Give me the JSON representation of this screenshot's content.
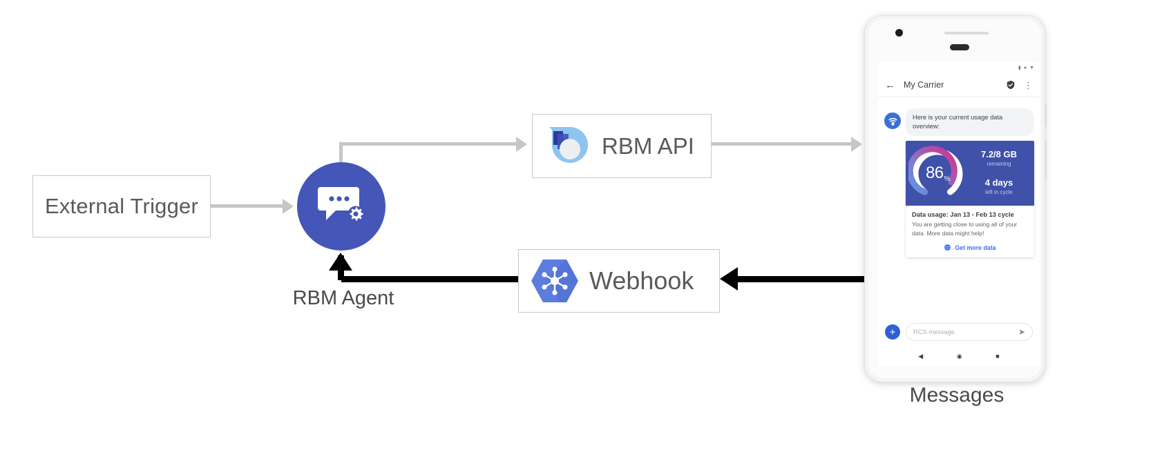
{
  "diagram": {
    "nodes": {
      "external_trigger": "External Trigger",
      "rbm_agent": "RBM Agent",
      "rbm_api": "RBM API",
      "webhook": "Webhook",
      "messages": "Messages"
    },
    "colors": {
      "agent_blue": "#4456b8",
      "connector_gray": "#c6c6c6",
      "connector_dark": "#000000",
      "webhook_blue": "#5c7cde",
      "api_light_blue": "#8fc4ee",
      "api_dark_blue": "#2a3a9e"
    }
  },
  "phone": {
    "status_bar": [
      "signal-icon",
      "wifi-icon",
      "battery-icon"
    ],
    "app_bar": {
      "back": "back-arrow-icon",
      "title": "My Carrier",
      "verified": "verified-shield-icon",
      "overflow": "⋮"
    },
    "message": {
      "avatar": "carrier-avatar-icon",
      "text": "Here is your current usage data overview:"
    },
    "card": {
      "gauge_percent": "86",
      "gauge_percent_symbol": "%",
      "data_remaining": "7.2/8 GB",
      "data_remaining_caption": "remaining",
      "days_left": "4 days",
      "days_left_caption": "left in cycle",
      "title": "Data usage: Jan 13 - Feb 13 cycle",
      "description": "You are getting close to using all of your data. More data might help!",
      "action_label": "Get more data",
      "action_icon": "globe-icon",
      "hero_bg": "#3f51a8",
      "gauge_colors": [
        "#5b9bea",
        "#8e6fc6",
        "#d62f86",
        "#ffffff"
      ]
    },
    "composer": {
      "plus": "+",
      "placeholder": "RCS message",
      "send": "➤"
    },
    "nav_bar": [
      "back-triangle-icon",
      "home-circle-icon",
      "recents-square-icon"
    ]
  }
}
